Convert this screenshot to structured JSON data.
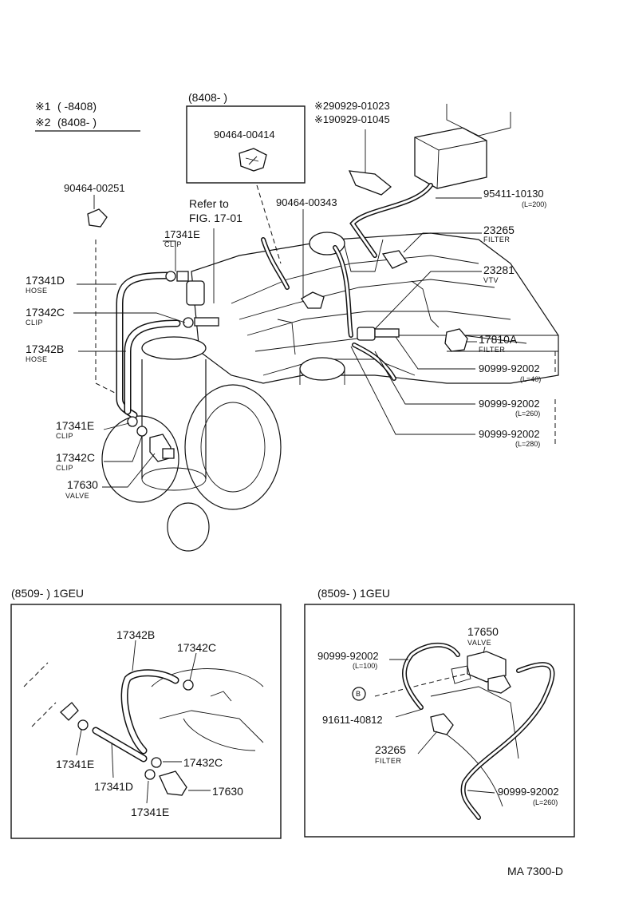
{
  "notes": {
    "note1_mark": "※1",
    "note1_range": "(    -8408)",
    "note2_mark": "※2",
    "note2_range": "(8408-     )"
  },
  "inset_top": {
    "range": "(8408-         )",
    "part": "90464-00414"
  },
  "main": {
    "labels": {
      "p90464_00251": "90464-00251",
      "refer_to": "Refer to",
      "fig": "FIG. 17-01",
      "p90464_00343": "90464-00343",
      "p290929": "※290929-01023",
      "p190929": "※190929-01045",
      "p95411": "95411-10130",
      "p95411_len": "(L=200)",
      "p23265": "23265",
      "p23265_name": "FILTER",
      "p23281": "23281",
      "p23281_name": "VTV",
      "p17810a": "17810A",
      "p17810a_name": "FILTER",
      "p90999_a": "90999-92002",
      "p90999_a_len": "(L=40)",
      "p90999_b": "90999-92002",
      "p90999_b_len": "(L=260)",
      "p90999_c": "90999-92002",
      "p90999_c_len": "(L=280)",
      "p17341e": "17341E",
      "p17341e_name": "CLIP",
      "p17341d": "17341D",
      "p17341d_name": "HOSE",
      "p17342c": "17342C",
      "p17342c_name": "CLIP",
      "p17342b": "17342B",
      "p17342b_name": "HOSE",
      "p17341e_2": "17341E",
      "p17341e_2_name": "CLIP",
      "p17342c_2": "17342C",
      "p17342c_2_name": "CLIP",
      "p17630": "17630",
      "p17630_name": "VALVE"
    }
  },
  "bottom_left": {
    "header": "(8509-         ) 1GEU",
    "labels": {
      "p17342b": "17342B",
      "p17342c": "17342C",
      "p17341e_a": "17341E",
      "p17341d": "17341D",
      "p17432c": "17432C",
      "p17630": "17630",
      "p17341e_b": "17341E"
    }
  },
  "bottom_right": {
    "header": "(8509-         ) 1GEU",
    "labels": {
      "p17650": "17650",
      "p17650_name": "VALVE",
      "p90999_a": "90999-92002",
      "p90999_a_len": "(L=100)",
      "b_mark": "B",
      "p91611": "91611-40812",
      "p23265": "23265",
      "p23265_name": "FILTER",
      "p90999_b": "90999-92002",
      "p90999_b_len": "(L=260)"
    }
  },
  "footer": {
    "code": "MA  7300-D"
  }
}
